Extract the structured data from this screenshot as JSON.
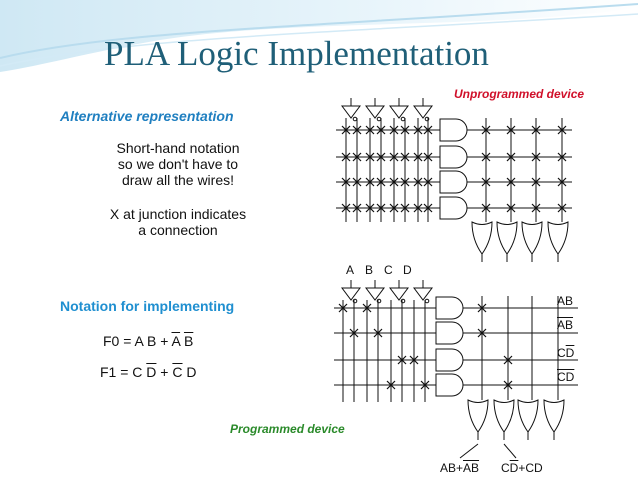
{
  "title": "PLA Logic Implementation",
  "left": {
    "alt_heading": "Alternative representation",
    "shorthand_lines": [
      "Short-hand notation",
      "so we don't have to",
      "draw all the wires!"
    ],
    "x_lines": [
      "X at junction indicates",
      "a connection"
    ],
    "impl_heading": "Notation for implementing",
    "f0": {
      "prefix": "F0 = A B  +  ",
      "t1": "A",
      "space": " ",
      "t2": "B"
    },
    "f1": {
      "prefix": "F1 = C ",
      "t1": "D",
      "mid": "  +  ",
      "t2": "C",
      "suffix": " D"
    }
  },
  "unprogrammed_label": "Unprogrammed device",
  "programmed_label": "Programmed device",
  "inputs": [
    "A",
    "B",
    "C",
    "D"
  ],
  "products": [
    {
      "a": "",
      "b": "AB",
      "full": "AB"
    },
    {
      "a": "AB",
      "b": "",
      "full": "AB"
    },
    {
      "a": "D",
      "b": "C",
      "full": "CD"
    },
    {
      "a": "",
      "b": "CD",
      "full": "CD"
    }
  ],
  "outputs": {
    "o1": {
      "p1": "AB+",
      "p2": "AB"
    },
    "o2": {
      "p1": "C",
      "p2": "D",
      "p3": "+C",
      "p4": "D"
    }
  },
  "colors": {
    "title": "#1f5f78",
    "heading": "#1f7fc0",
    "unprogrammed": "#d0102a",
    "programmed": "#2a8a2a"
  }
}
